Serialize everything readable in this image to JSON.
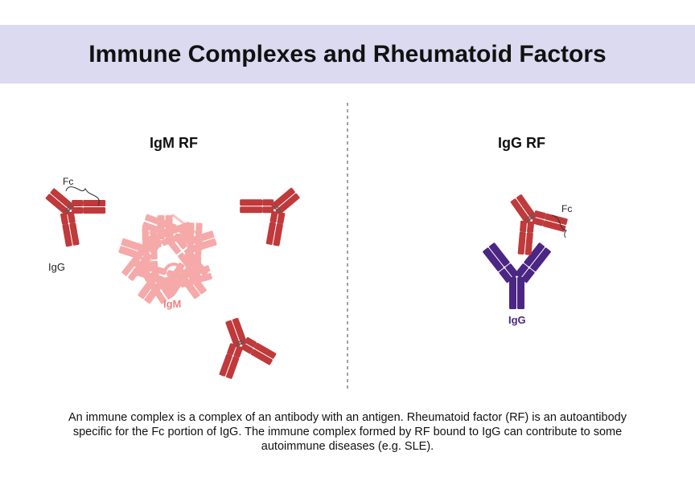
{
  "title": "Immune Complexes and Rheumatoid Factors",
  "left_panel": {
    "title": "IgM RF",
    "labels": {
      "fc": "Fc",
      "igg": "IgG",
      "igm": "IgM"
    }
  },
  "right_panel": {
    "title": "IgG RF",
    "labels": {
      "fc": "Fc",
      "igg": "IgG"
    }
  },
  "caption": "An immune complex is a complex of an antibody with an antigen. Rheumatoid factor (RF) is an autoantibody specific for the Fc portion of IgG. The immune complex formed by RF bound to IgG can contribute to some autoimmune diseases (e.g. SLE).",
  "colors": {
    "title_bar": "#dcdaf0",
    "igm": "#f6a9a9",
    "igm_label": "#f08080",
    "igg_red": "#c0393b",
    "igg_purple": "#4b2683",
    "igg_purple_label": "#4b2683",
    "divider": "#444444"
  }
}
